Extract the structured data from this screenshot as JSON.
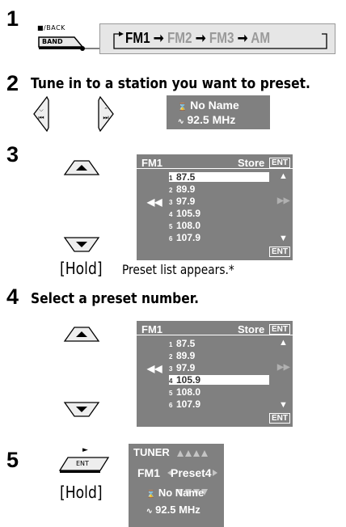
{
  "steps": [
    {
      "number": "1"
    },
    {
      "number": "2",
      "heading": "Tune in to a station you want to preset."
    },
    {
      "number": "3",
      "hold_label": "[Hold]",
      "note": "Preset list appears.*"
    },
    {
      "number": "4",
      "heading": "Select a preset number."
    },
    {
      "number": "5",
      "hold_label": "[Hold]"
    }
  ],
  "band_button": {
    "top_label": "■/BACK",
    "label": "BAND"
  },
  "band_cycle": [
    "FM1",
    "FM2",
    "FM3",
    "AM"
  ],
  "tune_display": {
    "line1": "No Name",
    "line2": "92.5 MHz"
  },
  "preset_list_1": {
    "band": "FM1",
    "store": "Store",
    "ent": "ENT",
    "presets": [
      {
        "no": "1",
        "freq": "87.5"
      },
      {
        "no": "2",
        "freq": "89.9"
      },
      {
        "no": "3",
        "freq": "97.9"
      },
      {
        "no": "4",
        "freq": "105.9"
      },
      {
        "no": "5",
        "freq": "108.0"
      },
      {
        "no": "6",
        "freq": "107.9"
      }
    ],
    "selected_index": 0
  },
  "preset_list_2": {
    "band": "FM1",
    "store": "Store",
    "ent": "ENT",
    "presets": [
      {
        "no": "1",
        "freq": "87.5"
      },
      {
        "no": "2",
        "freq": "89.9"
      },
      {
        "no": "3",
        "freq": "97.9"
      },
      {
        "no": "4",
        "freq": "105.9"
      },
      {
        "no": "5",
        "freq": "108.0"
      },
      {
        "no": "6",
        "freq": "107.9"
      }
    ],
    "selected_index": 3
  },
  "ent_button": {
    "label": "ENT"
  },
  "result_display": {
    "line1": "TUNER",
    "band": "FM1",
    "preset": "Preset4",
    "name": "No Name",
    "freq": "92.5 MHz"
  },
  "colors": {
    "lcd": "#808080",
    "band_box": "#e6e6e6",
    "inactive_band": "#9a9a9a"
  }
}
